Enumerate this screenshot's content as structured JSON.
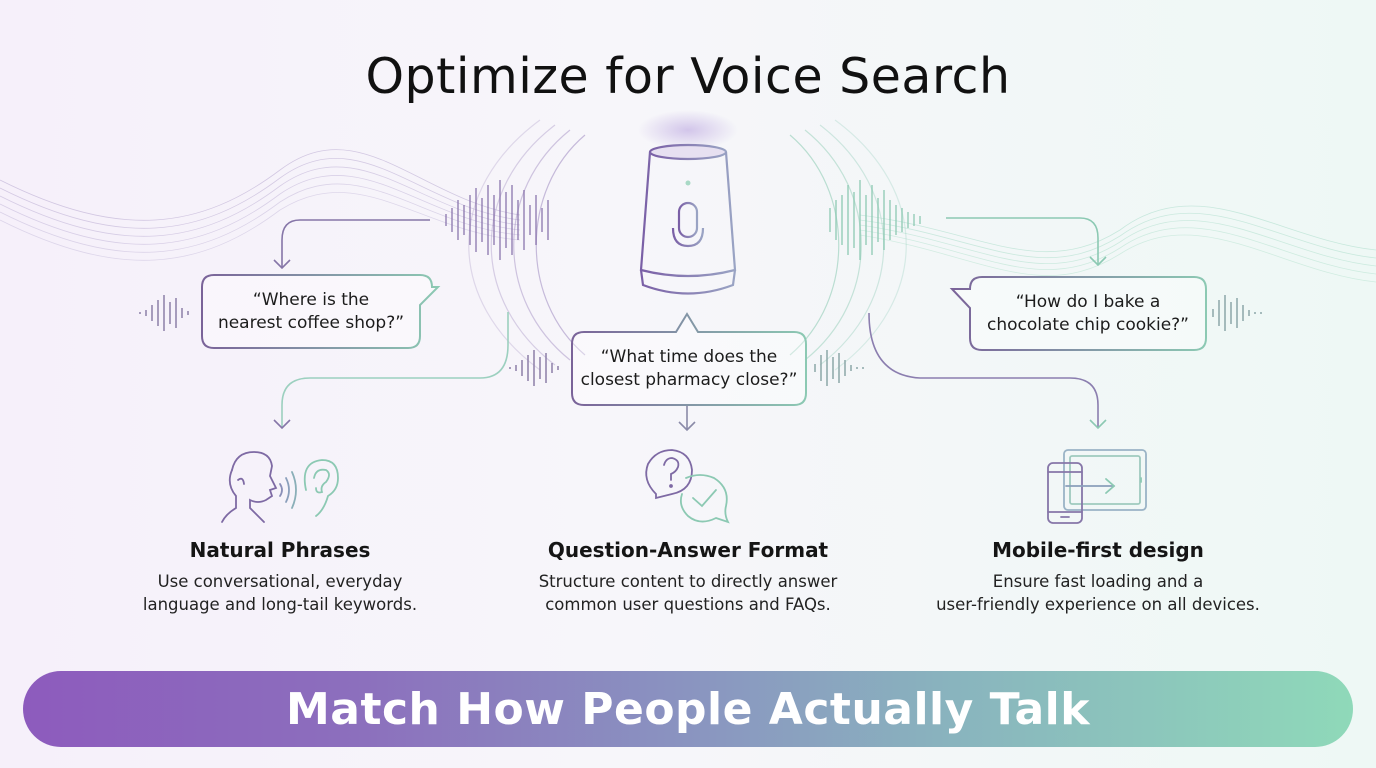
{
  "title": "Optimize for Voice Search",
  "center_device": {
    "icon": "smart-speaker-microphone-icon"
  },
  "queries": [
    {
      "line1": "“Where is the",
      "line2": "nearest coffee shop?”"
    },
    {
      "line1": "“What time does the",
      "line2": "closest pharmacy close?”"
    },
    {
      "line1": "“How do I bake a",
      "line2": "chocolate chip cookie?”"
    }
  ],
  "features": [
    {
      "icon": "person-speaking-ear-icon",
      "title": "Natural Phrases",
      "line1": "Use conversational, everyday",
      "line2": "language and long-tail keywords."
    },
    {
      "icon": "question-answer-bubbles-icon",
      "title": "Question-Answer Format",
      "line1": "Structure content to directly answer",
      "line2": "common user questions and FAQs."
    },
    {
      "icon": "phone-tablet-icon",
      "title": "Mobile-first design",
      "line1": "Ensure fast loading and a",
      "line2": "user-friendly experience on all devices."
    }
  ],
  "banner": {
    "text": "Match How People Actually Talk"
  },
  "colors": {
    "purple": "#8d5bbd",
    "mint": "#8fd9b9",
    "line_purple": "#7a6a9a",
    "line_green": "#8cc9b3"
  }
}
